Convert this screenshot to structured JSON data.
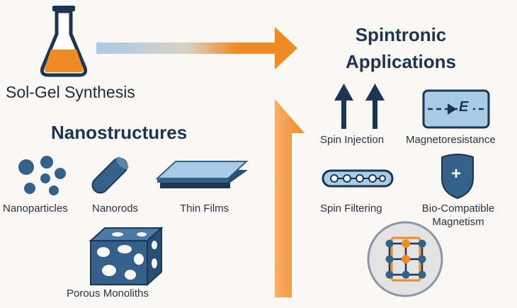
{
  "synthesis": {
    "label": "Sol-Gel Synthesis",
    "icon": "flask-icon"
  },
  "nanostructures": {
    "title": "Nanostructures",
    "items": [
      {
        "label": "Nanoparticles",
        "icon": "nanoparticles-icon"
      },
      {
        "label": "Nanorods",
        "icon": "nanorod-icon"
      },
      {
        "label": "Thin Films",
        "icon": "thin-films-icon"
      },
      {
        "label": "Porous Monoliths",
        "icon": "porous-monolith-icon"
      }
    ]
  },
  "applications": {
    "title_line1": "Spintronic",
    "title_line2": "Applications",
    "items": [
      {
        "label": "Spin Injection",
        "icon": "up-arrows-icon"
      },
      {
        "label": "Magnetoresistance",
        "icon": "field-arrow-icon",
        "symbol": "E"
      },
      {
        "label": "Spin Filtering",
        "icon": "chain-icon"
      },
      {
        "label_line1": "Bio-Compatible",
        "label_line2": "Magnetism",
        "icon": "shield-plus-icon",
        "symbol": "+"
      }
    ],
    "lattice_icon": "lattice-icon"
  },
  "colors": {
    "navy": "#1d3550",
    "blue": "#33618a",
    "orange": "#f08a24",
    "light_blue": "#a8cbe6"
  }
}
